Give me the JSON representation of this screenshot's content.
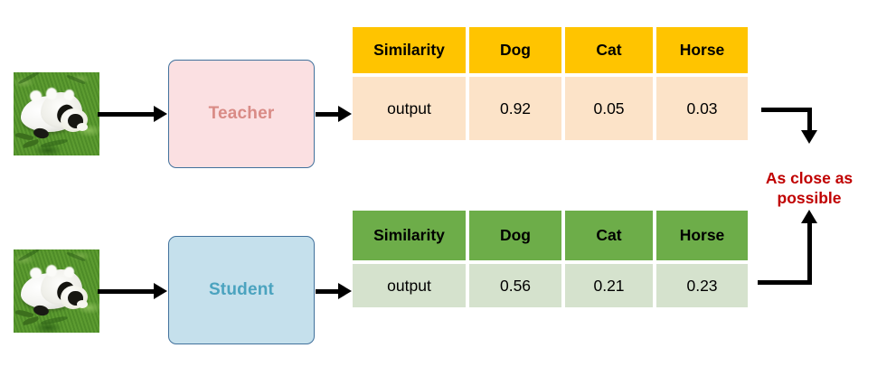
{
  "diagram": {
    "title_text": "As close as possible",
    "teacher": {
      "box_label": "Teacher",
      "image_alt": "dog-photo",
      "box_fill": "#FBE0E2",
      "box_border": "#41719C",
      "box_text_color": "#D98B86",
      "table": {
        "headers": [
          "Similarity",
          "Dog",
          "Cat",
          "Horse"
        ],
        "row": [
          "output",
          "0.92",
          "0.05",
          "0.03"
        ],
        "header_color": "#FFC400",
        "row_color": "#FCE3C8"
      }
    },
    "student": {
      "box_label": "Student",
      "image_alt": "dog-photo",
      "box_fill": "#C5E0EC",
      "box_border": "#41719C",
      "box_text_color": "#4BA3BF",
      "table": {
        "headers": [
          "Similarity",
          "Dog",
          "Cat",
          "Horse"
        ],
        "row": [
          "output",
          "0.56",
          "0.21",
          "0.23"
        ],
        "header_color": "#6DAD49",
        "row_color": "#D5E2CD"
      }
    },
    "accent_red": "#C00000"
  }
}
